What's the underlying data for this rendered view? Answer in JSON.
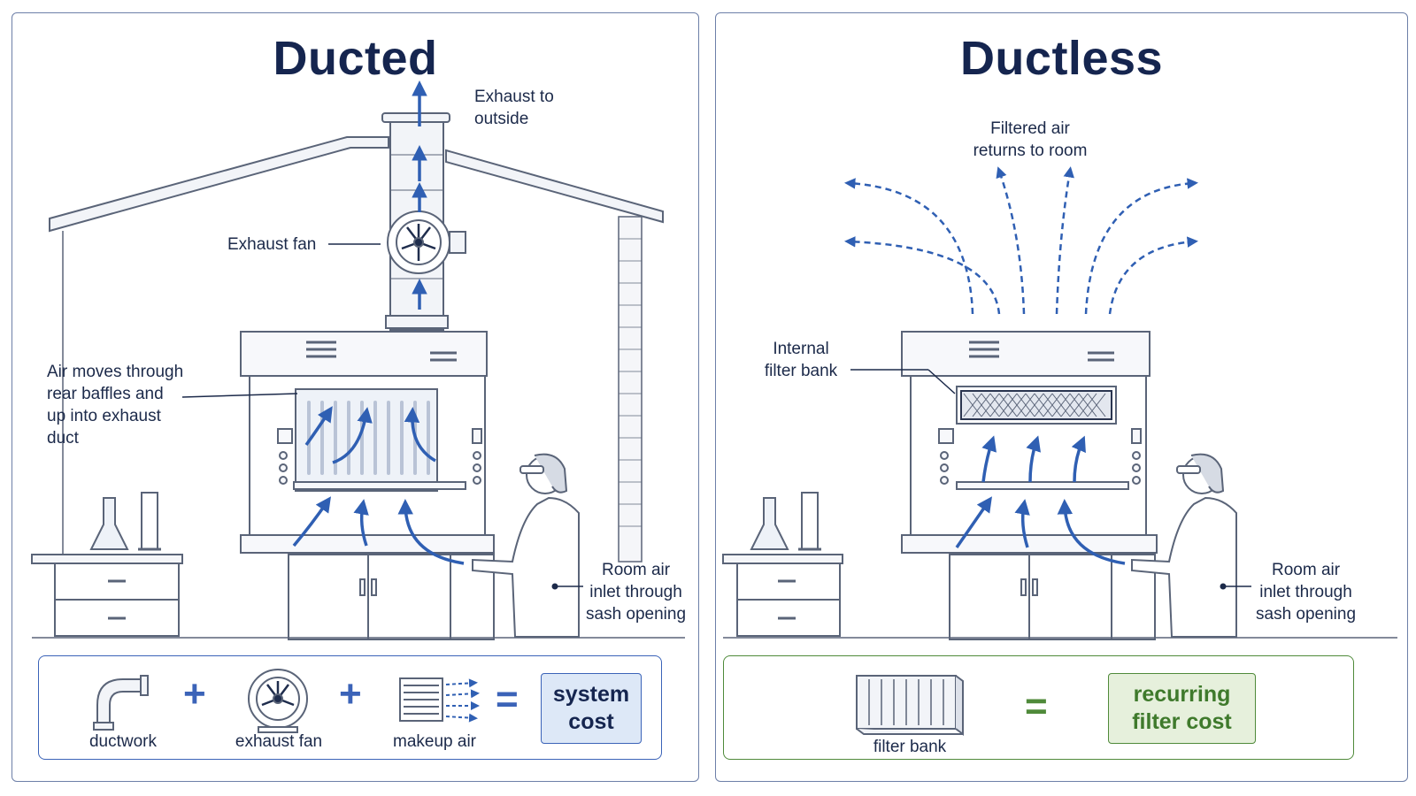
{
  "ducted": {
    "title": "Ducted",
    "labels": {
      "exhaust_line1": "Exhaust to",
      "exhaust_line2": "outside",
      "fan": "Exhaust fan",
      "air_line1": "Air moves through",
      "air_line2": "rear baffles and",
      "air_line3": "up into exhaust",
      "air_line4": "duct",
      "inlet_line1": "Room air",
      "inlet_line2": "inlet through",
      "inlet_line3": "sash opening"
    },
    "legend": {
      "items": [
        "ductwork",
        "exhaust fan",
        "makeup air"
      ],
      "plus": "+",
      "equals": "=",
      "result_line1": "system",
      "result_line2": "cost"
    }
  },
  "ductless": {
    "title": "Ductless",
    "labels": {
      "filtered_line1": "Filtered air",
      "filtered_line2": "returns to room",
      "filter_line1": "Internal",
      "filter_line2": "filter bank",
      "inlet_line1": "Room air",
      "inlet_line2": "inlet through",
      "inlet_line3": "sash opening"
    },
    "legend": {
      "items": [
        "filter bank"
      ],
      "equals": "=",
      "result_line1": "recurring",
      "result_line2": "filter cost"
    }
  },
  "colors": {
    "navy": "#15254f",
    "airflow_blue": "#2f5fb3",
    "line_gray": "#5a6478",
    "ducted_accent": "#3b63b8",
    "ducted_result_bg": "#dde8f7",
    "ductless_accent": "#4f8a3a",
    "ductless_result_bg": "#e6f0dc"
  }
}
